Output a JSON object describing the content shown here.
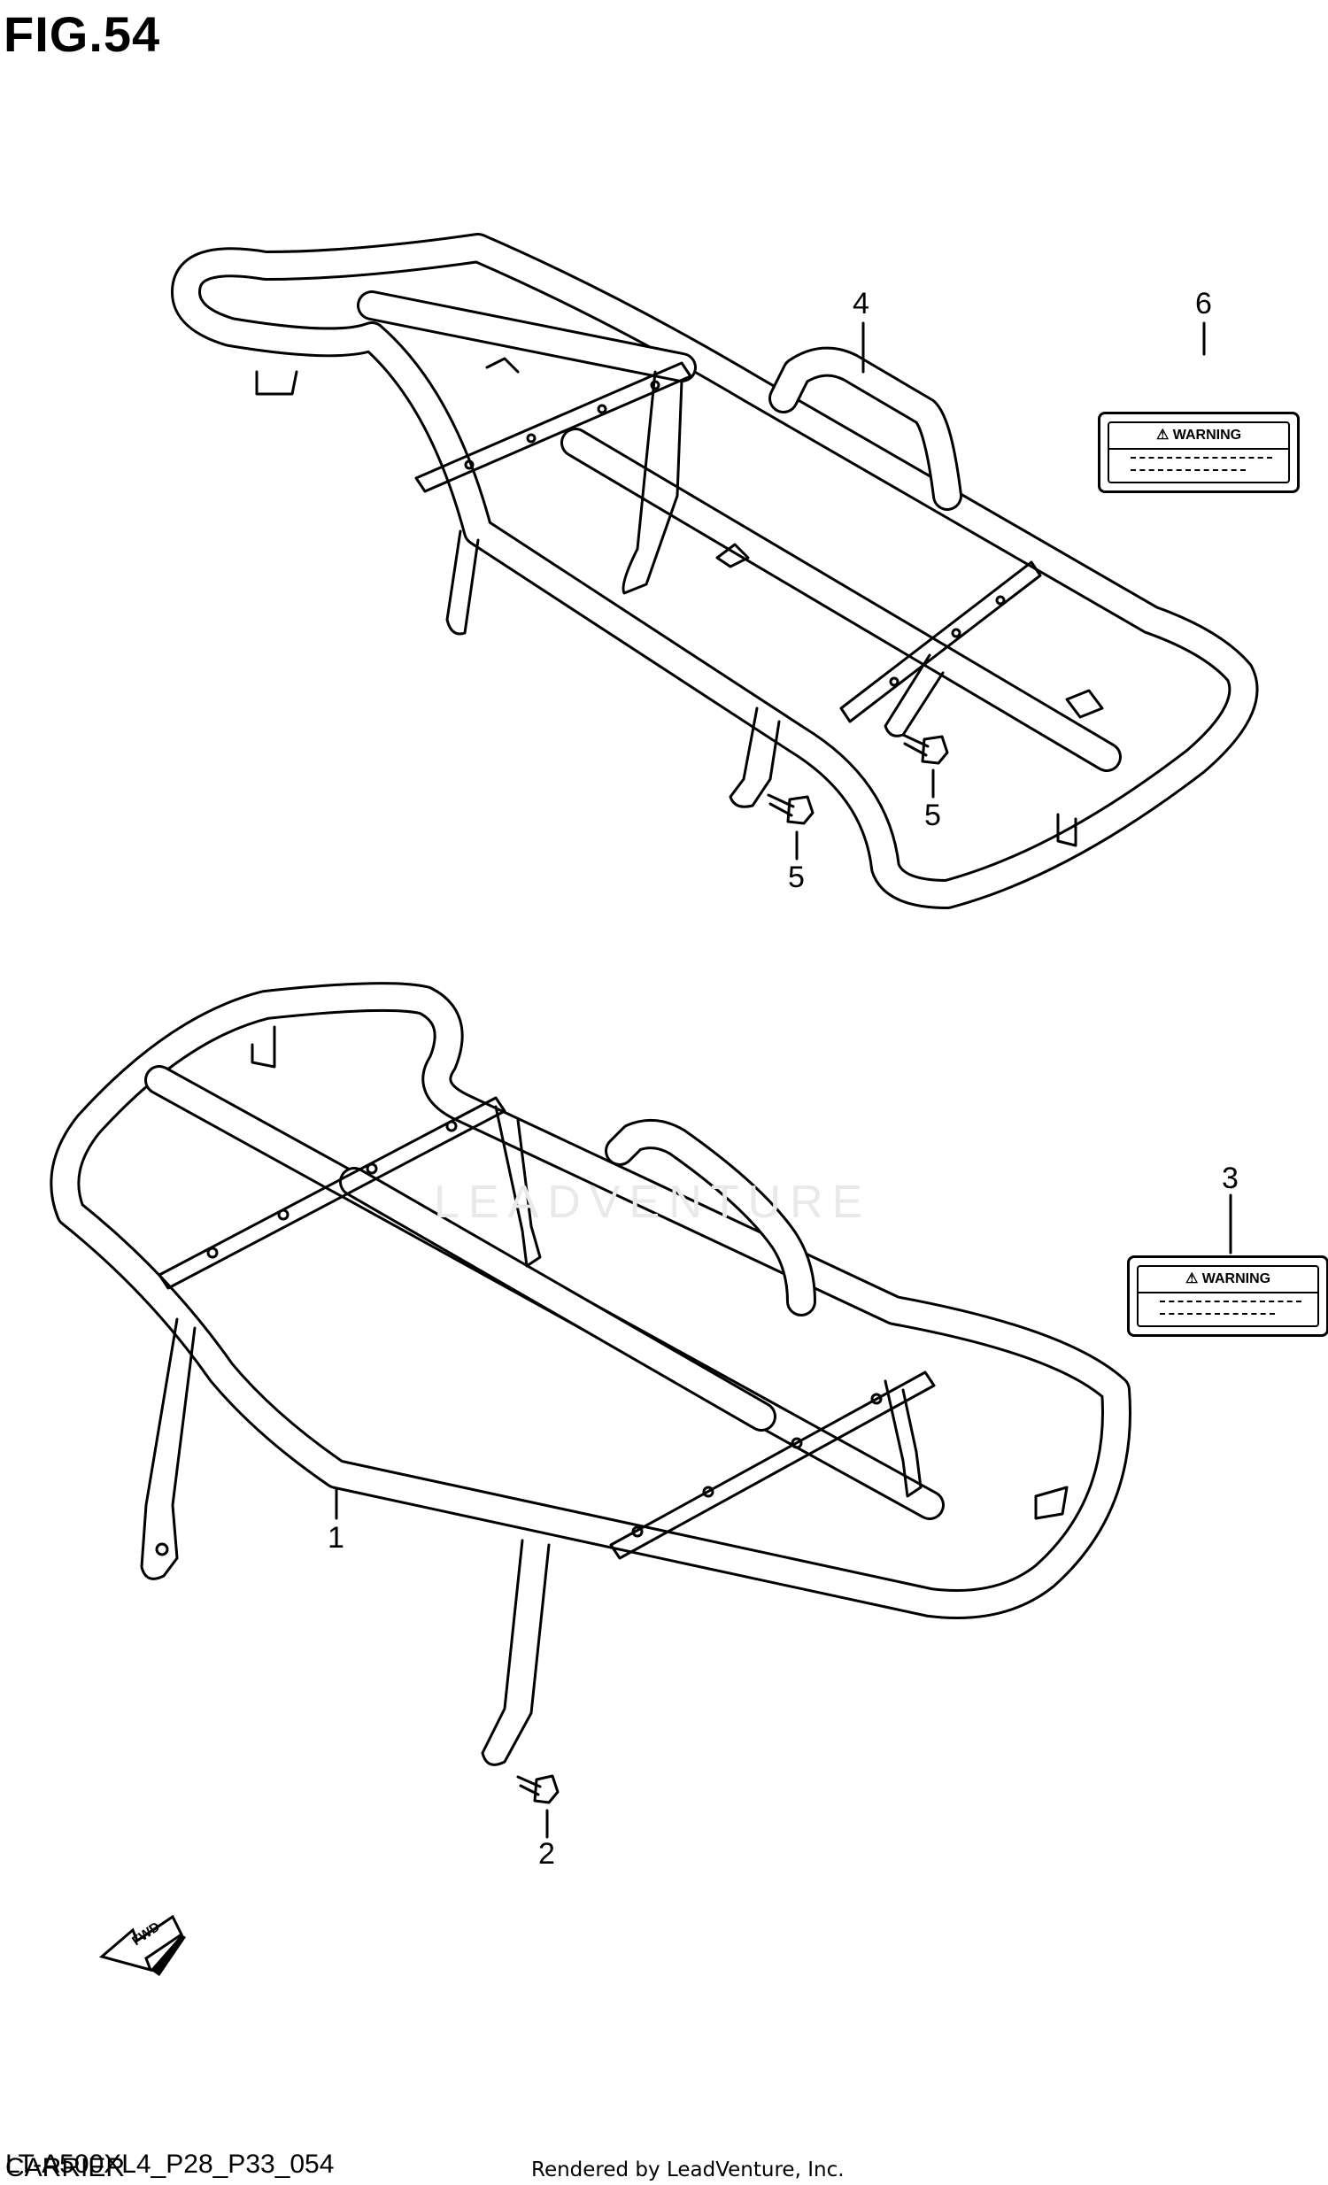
{
  "figure": {
    "title": "FIG.54",
    "code": "LT-A500XL4_P28_P33_054",
    "subject": "CARRIER",
    "credit": "Rendered by LeadVenture, Inc.",
    "watermark": "LEADVENTURE"
  },
  "callouts": {
    "c1": "1",
    "c2": "2",
    "c3": "3",
    "c4": "4",
    "c5a": "5",
    "c5b": "5",
    "c6": "6"
  },
  "labels": {
    "warning_text": "WARNING"
  },
  "arrow": {
    "text": "FWD"
  }
}
